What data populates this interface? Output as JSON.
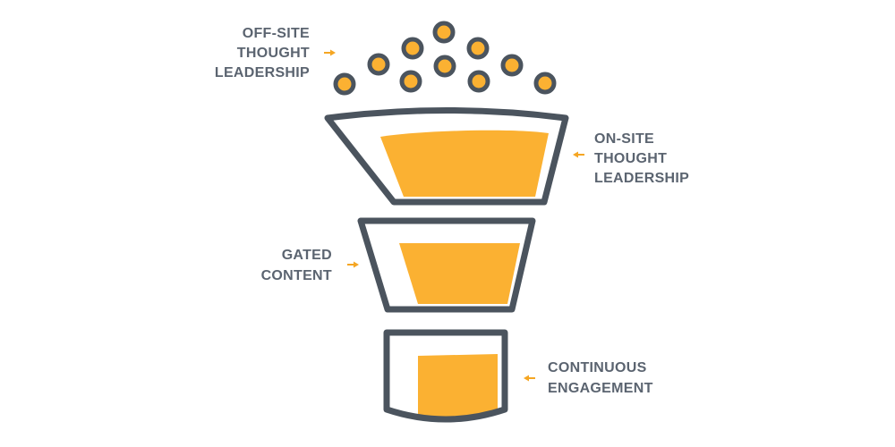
{
  "colors": {
    "outline": "#4b545e",
    "fill": "#fbb132",
    "text": "#5b6470",
    "arrow": "#f5a623",
    "background": "#ffffff"
  },
  "labels": {
    "off_site": [
      "OFF-SITE",
      "THOUGHT",
      "LEADERSHIP"
    ],
    "on_site": [
      "ON-SITE",
      "THOUGHT",
      "LEADERSHIP"
    ],
    "gated": [
      "GATED",
      "CONTENT"
    ],
    "continuous": [
      "CONTINUOUS",
      "ENGAGEMENT"
    ]
  },
  "arrows": {
    "off_site": "right-arrow",
    "on_site": "left-arrow",
    "gated": "right-arrow",
    "continuous": "left-arrow"
  }
}
